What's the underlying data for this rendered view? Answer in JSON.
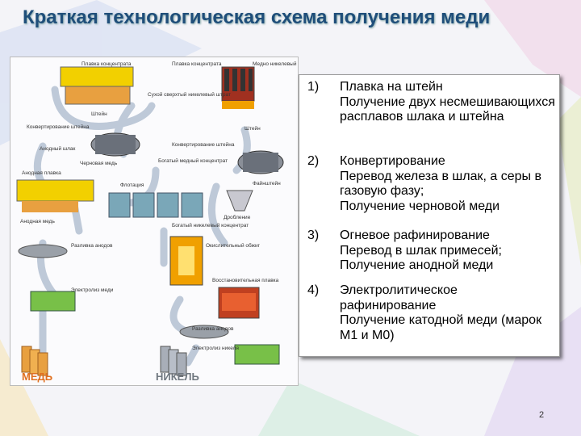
{
  "title": "Краткая технологическая схема получения меди",
  "steps": [
    {
      "num": "1)",
      "lines": [
        "Плавка на штейн",
        "Получение двух несмешивающихся расплавов шлака и штейна"
      ]
    },
    {
      "num": "2)",
      "lines": [
        "Конвертирование",
        "Перевод железа в шлак, а серы в газовую фазу;",
        "Получение черновой меди"
      ]
    },
    {
      "num": "3)",
      "lines": [
        "Огневое рафинирование",
        "Перевод в шлак примесей;",
        "Получение анодной меди"
      ]
    },
    {
      "num": "4)",
      "lines": [
        "Электролитическое рафинирование",
        "Получение катодной меди (марок М1 и М0)"
      ]
    }
  ],
  "page_number": "2",
  "diagram": {
    "labels": {
      "plavka_konc_1": "Плавка концентрата",
      "plavka_konc_2": "Плавка концентрата",
      "medno_nikel": "Медно никелевый концентрат",
      "sukhoi": "Сухой сверхтый никелевый штрат",
      "shtein_1": "Штейн",
      "shtein_2": "Штейн",
      "konvert_1": "Конвертирование штейна",
      "konvert_2": "Конвертирование штейна",
      "anodny_shlak": "Анодный шлак",
      "chernovaya": "Черновая медь",
      "bogaty": "Богатый медный концентрат",
      "flotaciya": "Флотация",
      "finshtein": "Файнштейн",
      "anodnaya_plavka": "Анодная плавка",
      "anodnaya_med": "Анодная медь",
      "droblenie": "Дробление",
      "bogaty_nikel": "Богатый никелевый концентрат",
      "okislitelny": "Окислительный обжиг",
      "razlivka_1": "Разливка анодов",
      "elektroliz_1": "Электролиз меди",
      "vosstanov": "Восстановительная плавка",
      "razlivka_2": "Разливка анодов",
      "elektroliz_2": "Электролиз никеля",
      "med": "МЕДЬ",
      "nikel": "НИКЕЛЬ"
    }
  },
  "colors": {
    "title": "#1f4e7a",
    "diagram_copper": "#e8a040",
    "diagram_nickel": "#9aa0a8",
    "flow": "#b8c4d4"
  }
}
